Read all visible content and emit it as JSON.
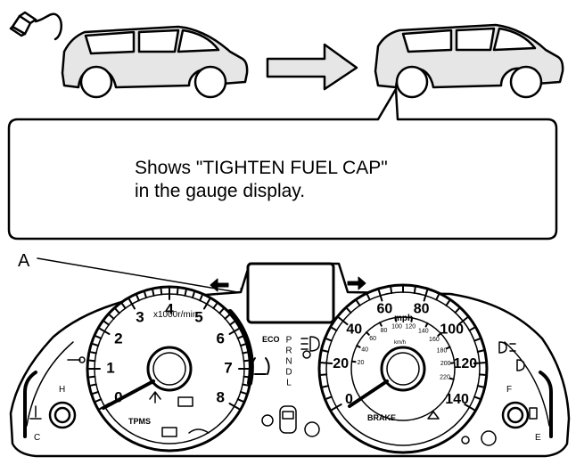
{
  "callout": {
    "line1": "Shows \"TIGHTEN FUEL CAP\"",
    "line2": "in the gauge display."
  },
  "label_a": "A",
  "tachometer": {
    "unit": "x1000r/min",
    "ticks": [
      "0",
      "1",
      "2",
      "3",
      "4",
      "5",
      "6",
      "7",
      "8"
    ],
    "tpms": "TPMS"
  },
  "gear_selector": [
    "P",
    "R",
    "N",
    "D",
    "L"
  ],
  "eco": "ECO",
  "speedometer": {
    "unit": "mph",
    "outer_ticks": [
      "0",
      "20",
      "40",
      "60",
      "80",
      "100",
      "120",
      "140"
    ],
    "inner_unit": "km/h",
    "inner_ticks": [
      "20",
      "40",
      "60",
      "80",
      "100",
      "120",
      "140",
      "160",
      "180",
      "200",
      "220"
    ],
    "brake": "BRAKE"
  },
  "temp_gauge": {
    "hot": "H",
    "cold": "C"
  },
  "fuel_gauge": {
    "full": "F",
    "empty": "E"
  },
  "icons": [
    "fuel-cap-icon",
    "arrow-right-icon",
    "turn-left-arrow-icon",
    "turn-right-arrow-icon",
    "tpms-warning-icon",
    "headlight-icon",
    "fog-light-icon",
    "seatbelt-icon",
    "coolant-temp-icon",
    "fuel-pump-icon",
    "oil-pressure-icon",
    "battery-icon",
    "check-engine-icon",
    "abs-icon",
    "airbag-icon"
  ]
}
